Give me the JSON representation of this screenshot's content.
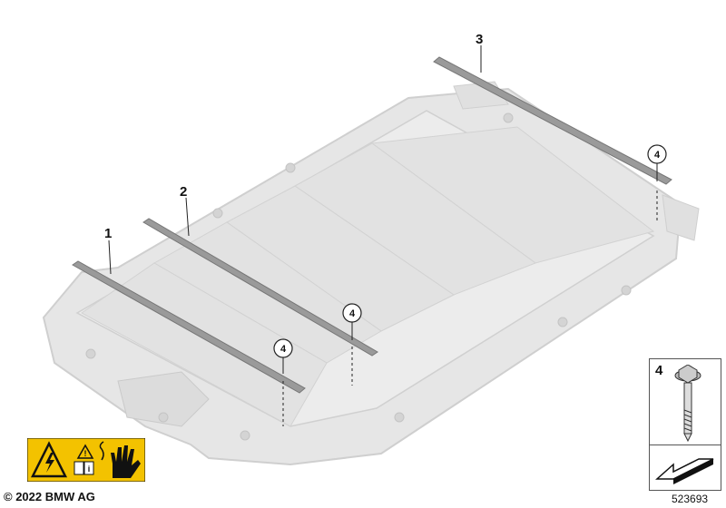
{
  "callouts": [
    {
      "id": "part-1",
      "label": "1"
    },
    {
      "id": "part-2",
      "label": "2"
    },
    {
      "id": "part-3",
      "label": "3"
    },
    {
      "id": "part-4a",
      "label": "4"
    },
    {
      "id": "part-4b",
      "label": "4"
    },
    {
      "id": "part-4c",
      "label": "4"
    }
  ],
  "legend": {
    "part_number": "4"
  },
  "footer": {
    "copyright": "© 2022 BMW AG",
    "diagram_id": "523693"
  },
  "colors": {
    "tray_fill": "#e4e4e4",
    "tray_edge": "#c8c8c8",
    "rail": "#8a8a8a",
    "warning_yellow": "#f3c200"
  },
  "icons": [
    "high-voltage-warning-icon",
    "manual-info-icon",
    "protective-glove-icon",
    "screw-icon",
    "arrow-icon"
  ]
}
